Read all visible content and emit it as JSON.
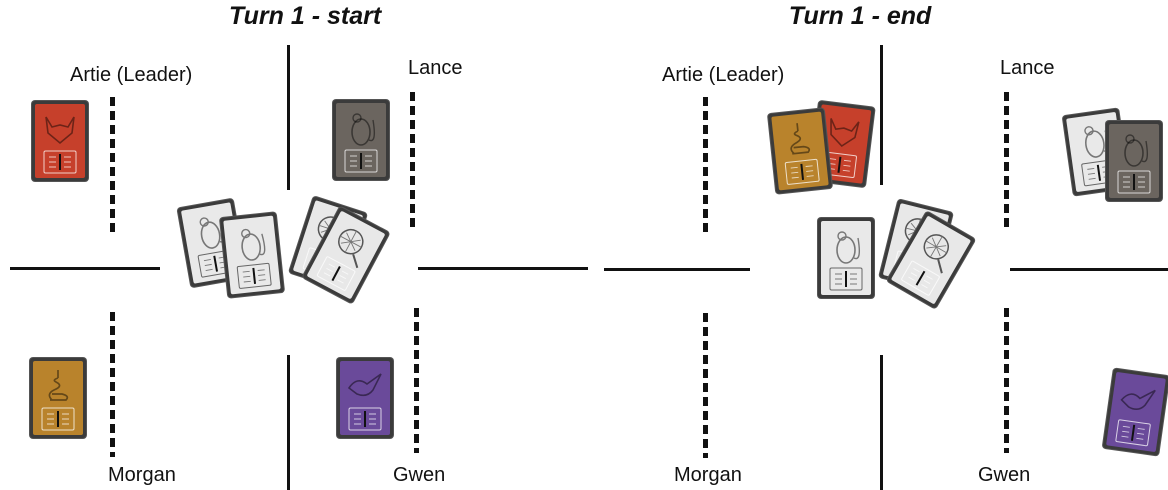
{
  "panels": [
    {
      "title": "Turn 1 - start",
      "players": {
        "top_left": "Artie (Leader)",
        "top_right": "Lance",
        "bottom_left": "Morgan",
        "bottom_right": "Gwen"
      }
    },
    {
      "title": "Turn 1 - end",
      "players": {
        "top_left": "Artie (Leader)",
        "top_right": "Lance",
        "bottom_left": "Morgan",
        "bottom_right": "Gwen"
      }
    }
  ],
  "card_types": {
    "fox": {
      "icon": "fox-icon",
      "color": "#c6402b"
    },
    "mouse": {
      "icon": "mouse-icon",
      "color": "#6b655f"
    },
    "snake": {
      "icon": "snake-icon",
      "color": "#b9832c"
    },
    "bird": {
      "icon": "bird-icon",
      "color": "#6a4a9a"
    },
    "net": {
      "icon": "net-icon",
      "color": "#e8e8e8"
    }
  }
}
